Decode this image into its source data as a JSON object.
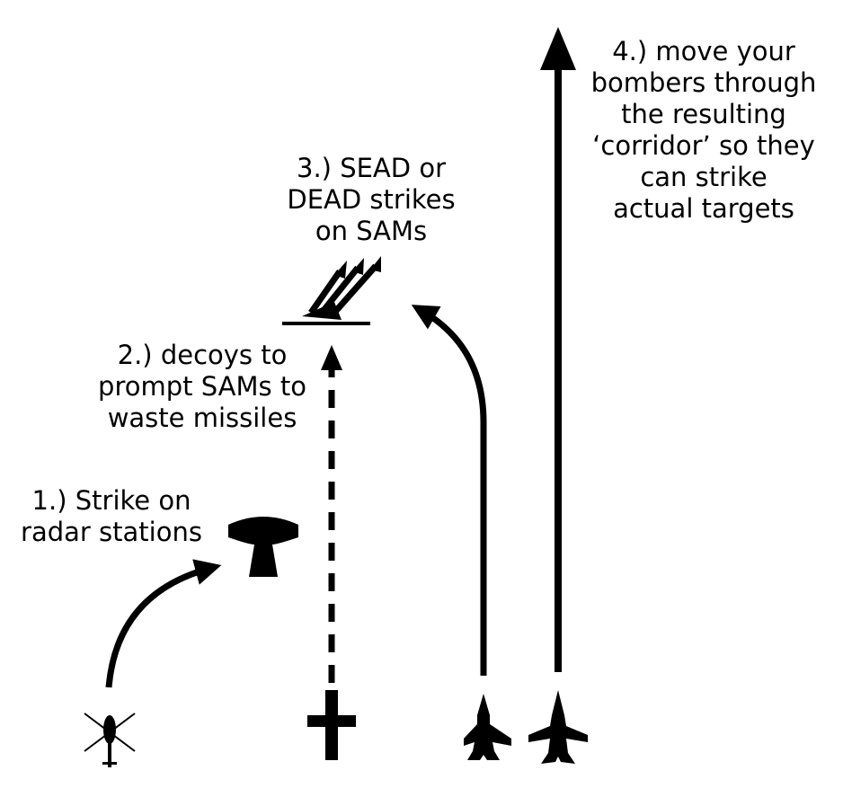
{
  "steps": [
    {
      "id": "step1",
      "lines": [
        "1.) Strike on",
        "radar stations"
      ]
    },
    {
      "id": "step2",
      "lines": [
        "2.) decoys to",
        "prompt SAMs to",
        "waste missiles"
      ]
    },
    {
      "id": "step3",
      "lines": [
        "3.) SEAD or",
        "DEAD strikes",
        "on SAMs"
      ]
    },
    {
      "id": "step4",
      "lines": [
        "4.) move your",
        "bombers through",
        "the resulting",
        "‘corridor’ so they",
        "can strike",
        "actual targets"
      ]
    }
  ],
  "icons": {
    "helicopter": "helicopter-icon",
    "radar": "radar-station-icon",
    "decoy": "decoy-drone-icon",
    "sam": "sam-launcher-icon",
    "fighter_sead": "fighter-jet-icon",
    "bomber": "bomber-jet-icon"
  },
  "colors": {
    "ink": "#000000",
    "background": "#ffffff"
  }
}
